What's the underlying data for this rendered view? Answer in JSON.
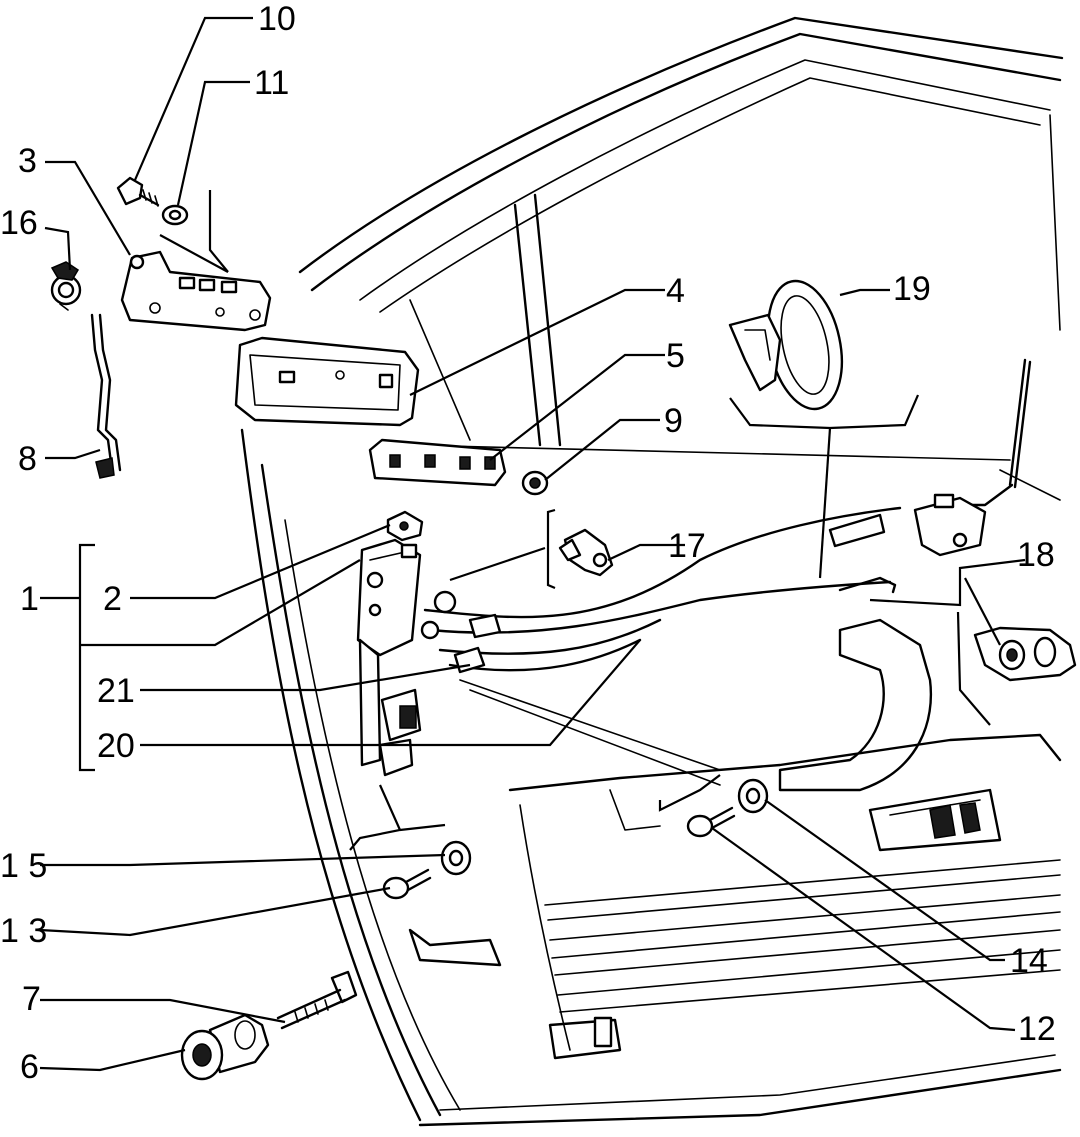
{
  "labels": {
    "p1": "1",
    "p2": "2",
    "p3": "3",
    "p4": "4",
    "p5": "5",
    "p6": "6",
    "p7": "7",
    "p8": "8",
    "p9": "9",
    "p10": "10",
    "p11": "11",
    "p12": "12",
    "p13": "1 3",
    "p14": "14",
    "p15": "1 5",
    "p16": "16",
    "p17": "17",
    "p18": "18",
    "p19": "19",
    "p20": "20",
    "p21": "21"
  }
}
